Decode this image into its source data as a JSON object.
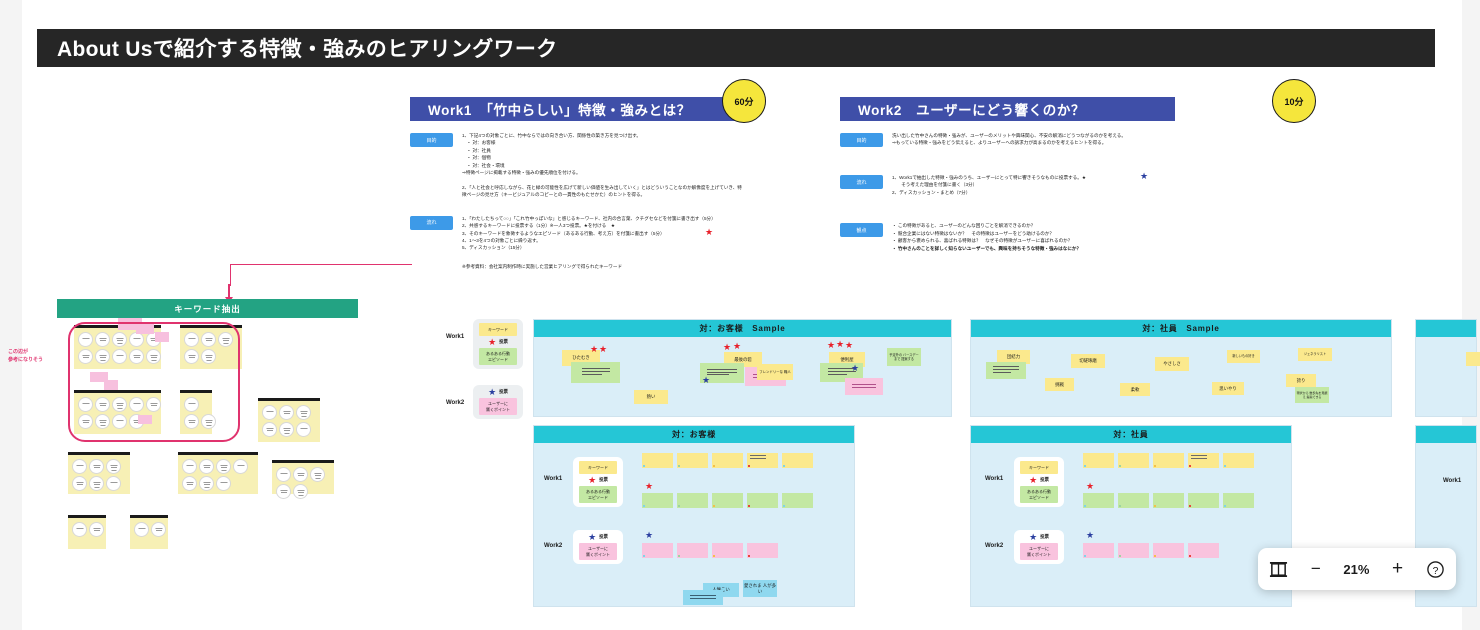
{
  "page": {
    "title": "About Usで紹介する特徴・強みのヒアリングワーク",
    "background_color": "#ffffff",
    "title_bar_color": "#262626"
  },
  "work1": {
    "heading": "Work1　「竹中らしい」特徴・強みとは？",
    "badge": "60分",
    "accent_color": "#3f4fa8",
    "blocks": [
      {
        "tag": "目的",
        "text": "1、下記4つの対象ごとに、竹中ならではの向き合い方、関係性の築き方を見つけ出す。\n　・ 対：お客様\n　・ 対：社員\n　・ 対：個物\n　・ 対：社会・環境\n⇒特徴ページに掲載する特徴・強みの優先順位を付ける。"
      },
      {
        "tag": "",
        "text": "2、「人と社会と呼応しながら、花と緑の可能性を広げて新しい価値を生み出していく」とはどういうことなのか解像度を上げていき、特徴ページの見せ方（キービジュアルのコピーとの一貫性のもたせかた）のヒントを得る。"
      },
      {
        "tag": "流れ",
        "text": "1、「わたしたちって○○」「これ竹中っぽいな」と感じるキーワード、社内の合言葉、クチグセなどを付箋に書き出す（5分）\n2、共感するキーワードに投票する（1分）※一人3つ投票。★を付ける　★\n3、そのキーワードを象徴するようなエピソード（あるある行動、考え方）を付箋に書出す（5分）\n4、1〜3を4つの対象ごとに繰り返す。\n5、ディスカッション（15分）"
      }
    ],
    "footnote": "※参考資料：会社案内制作時に実施した営業ヒアリングで得られたキーワード"
  },
  "work2": {
    "heading": "Work2　ユーザーにどう響くのか？",
    "badge": "10分",
    "blocks": [
      {
        "tag": "目的",
        "text": "洗い出した竹中さんの特徴・強みが、ユーザーのメリットや興味関心、不安の解消にどうつながるのかを考える。\n⇒もっている特徴・強みをどう伝えると、よりユーザーへの訴求力が高まるのかを考えるヒントを得る。"
      },
      {
        "tag": "流れ",
        "text": "1、Work1で抽出した特徴・強みのうち、ユーザーにとって特に響きそうなものに投票する。★\n　　そう考えた理由を付箋に書く（3分）\n2、ディスカッション・まとめ（7分）"
      },
      {
        "tag": "観点",
        "text": "・ この特徴があると、ユーザーのどんな困りごとを解消できるのか？\n・ 競合企業にはない特徴はないか？　その特徴はユーザーをどう助けるのか？\n・ 顧客から褒められる、喜ばれる特徴は？　なぜその特徴がユーザーに喜ばれるのか？"
      },
      {
        "tag": "",
        "text": "・ 竹中さんのことを詳しく知らないユーザーでも、興味を持ちそうな特徴・強みはなにか？",
        "bold": true
      }
    ]
  },
  "keyword_section": {
    "header": "キーワード抽出",
    "header_color": "#23a383",
    "annotation": "この辺が\n参考になりそう",
    "annotation_color": "#e0336e"
  },
  "legend": {
    "work1_label": "Work1",
    "work2_label": "Work2",
    "keyword_note": "キーワード",
    "vote_label": "投票",
    "episode_note": "あるある行動\nエピソード",
    "user_note": "ユーザーに\n響くポイント",
    "red_star_color": "#e8202a",
    "blue_star_color": "#2b3fa0"
  },
  "boards": [
    {
      "title": "対：お客様　Sample",
      "header_color": "#25c6d6",
      "notes": [
        "ひたむき",
        "最後の砦",
        "便利屋",
        "フレンドリーな\n職人",
        "熱い",
        "予定外の\nバースデーまで\n提案する"
      ]
    },
    {
      "title": "対：社員　Sample",
      "header_color": "#25c6d6",
      "notes": [
        "団結力",
        "切磋琢磨",
        "やさしさ",
        "新しいもの好き",
        "ジェネラリスト",
        "挑戦",
        "柔軟",
        "思いやり",
        "誇り",
        "現状から\n数歩先を見据え\n提案できる"
      ]
    },
    {
      "title": "対：お客様",
      "header_color": "#25c6d6",
      "notes": [
        "人懐こい",
        "愛されま\n人が多い"
      ]
    },
    {
      "title": "対：社員",
      "header_color": "#25c6d6",
      "notes": []
    }
  ],
  "toolbar": {
    "fit_icon": "fit-to-screen-icon",
    "zoom_out_label": "−",
    "zoom_level": "21%",
    "zoom_in_label": "+",
    "help_label": "?"
  }
}
